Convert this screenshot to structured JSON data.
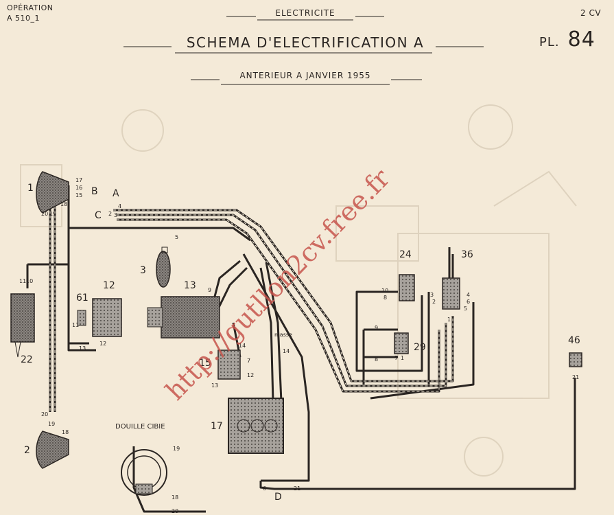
{
  "header": {
    "operation": "OPÉRATION",
    "operation_code": "A 510_1",
    "section": "ELECTRICITE",
    "model": "2 CV",
    "plate_prefix": "PL.",
    "plate_number": "84",
    "title": "SCHEMA D'ELECTRIFICATION A",
    "subtitle": "ANTERIEUR A JANVIER 1955"
  },
  "watermark": "http://gutllon2cv.free.fr",
  "components": {
    "c1": "1",
    "c2": "2",
    "c3": "3",
    "c12": "12",
    "c13": "13",
    "c15": "15",
    "c17": "17",
    "c22": "22",
    "c24": "24",
    "c29": "29",
    "c36": "36",
    "c46": "46",
    "c61": "61"
  },
  "connectors": {
    "A": "A",
    "B": "B",
    "C": "C",
    "D": "D"
  },
  "labels": {
    "douille": "DOUILLE CIBIE",
    "masse": "masse"
  },
  "wires": {
    "w1": "1",
    "w2": "2",
    "w3": "3",
    "w4": "4",
    "w5": "5",
    "w6": "6",
    "w7": "7",
    "w8": "8",
    "w9": "9",
    "w10": "10",
    "w11": "11",
    "w12": "12",
    "w13": "13",
    "w14": "14",
    "w15": "15",
    "w16": "16",
    "w17": "17",
    "w18": "18",
    "w19": "19",
    "w20": "20",
    "w21": "21"
  }
}
